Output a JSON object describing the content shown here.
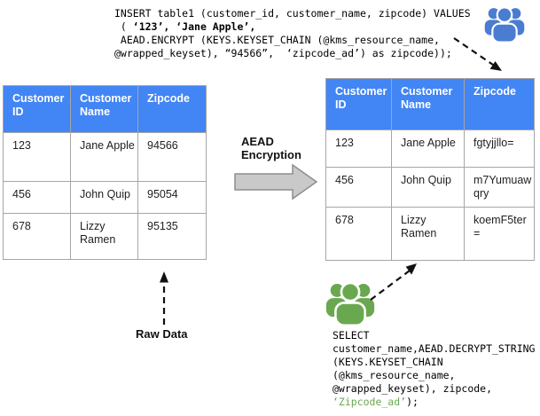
{
  "colors": {
    "header_blue": "#4285F4",
    "icon_blue": "#4A7CD1",
    "icon_green": "#6AA84F",
    "code_green": "#6AA84F",
    "arrow_gray": "#C9C9C9",
    "arrow_gray_stroke": "#8E8E8E",
    "border_gray": "#A6A6A6"
  },
  "insert_query": {
    "line1": "INSERT table1 (customer_id, customer_name, zipcode) VALUES",
    "line2_prefix": " ( ",
    "line2_bold": "‘123’, ‘Jane Apple’,",
    "line3": " AEAD.ENCRYPT (KEYS.KEYSET_CHAIN (@kms_resource_name,",
    "line4": "@wrapped_keyset), “94566”,  ‘zipcode_ad’) as zipcode));"
  },
  "raw_table": {
    "headers": [
      "Customer ID",
      "Customer Name",
      "Zipcode"
    ],
    "rows": [
      [
        "123",
        "Jane Apple",
        "94566"
      ],
      [
        "456",
        "John Quip",
        "95054"
      ],
      [
        "678",
        "Lizzy Ramen",
        "95135"
      ]
    ]
  },
  "encrypted_table": {
    "headers": [
      "Customer ID",
      "Customer Name",
      "Zipcode"
    ],
    "rows": [
      [
        "123",
        "Jane Apple",
        "fgtyjjllo="
      ],
      [
        "456",
        "John Quip",
        "m7Yumuawqry"
      ],
      [
        "678",
        "Lizzy Ramen",
        "koemF5ter="
      ]
    ]
  },
  "flow": {
    "encryption_label": "AEAD Encryption",
    "raw_data_label": "Raw Data"
  },
  "select_query": {
    "line1": "SELECT",
    "line2": "customer_name,AEAD.DECRYPT_STRING",
    "line3": "(KEYS.KEYSET_CHAIN",
    "line4": "(@kms_resource_name,",
    "line5": "@wrapped_keyset), zipcode,",
    "line6_green": "‘Zipcode_ad’",
    "line6_suffix": ");"
  },
  "icons": {
    "top_right": "blue-users-group-icon",
    "bottom_center": "green-users-group-icon"
  }
}
